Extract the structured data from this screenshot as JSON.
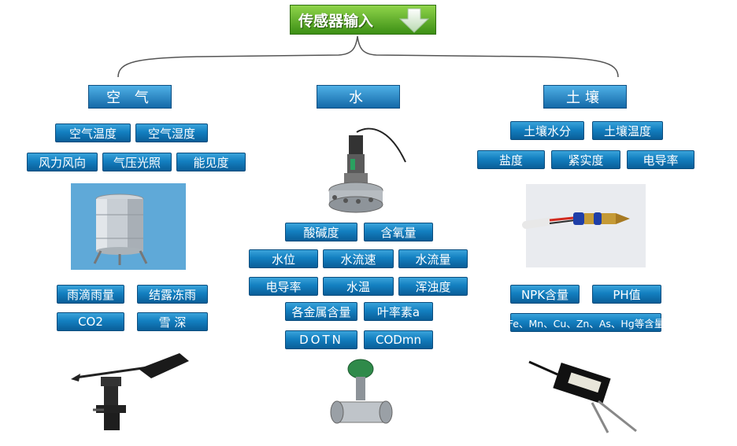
{
  "title": "传感器输入",
  "sections": {
    "air": {
      "label": "空 气",
      "params": [
        "空气温度",
        "空气湿度",
        "风力风向",
        "气压光照",
        "能见度",
        "雨滴雨量",
        "结露冻雨",
        "CO2",
        "雪 深"
      ]
    },
    "water": {
      "label": "水",
      "params": [
        "酸碱度",
        "含氧量",
        "水位",
        "水流速",
        "水流量",
        "电导率",
        "水温",
        "浑浊度",
        "各金属含量",
        "叶率素a",
        "DOTN",
        "CODmn"
      ]
    },
    "soil": {
      "label": "土壤",
      "params": [
        "土壤水分",
        "土壤温度",
        "盐度",
        "紧实度",
        "电导率",
        "NPK含量",
        "PH值",
        "Fe、Mn、Cu、Zn、As、Hg等含量"
      ]
    }
  },
  "colors": {
    "title_green": "#4fa51f",
    "tag_blue": "#137fc0",
    "bracket": "#555555"
  },
  "icons": [
    "down-arrow-icon",
    "rain-gauge-image",
    "water-probe-image",
    "soil-probe-image",
    "wind-vane-image",
    "flow-meter-image",
    "soil-sensor-image"
  ]
}
